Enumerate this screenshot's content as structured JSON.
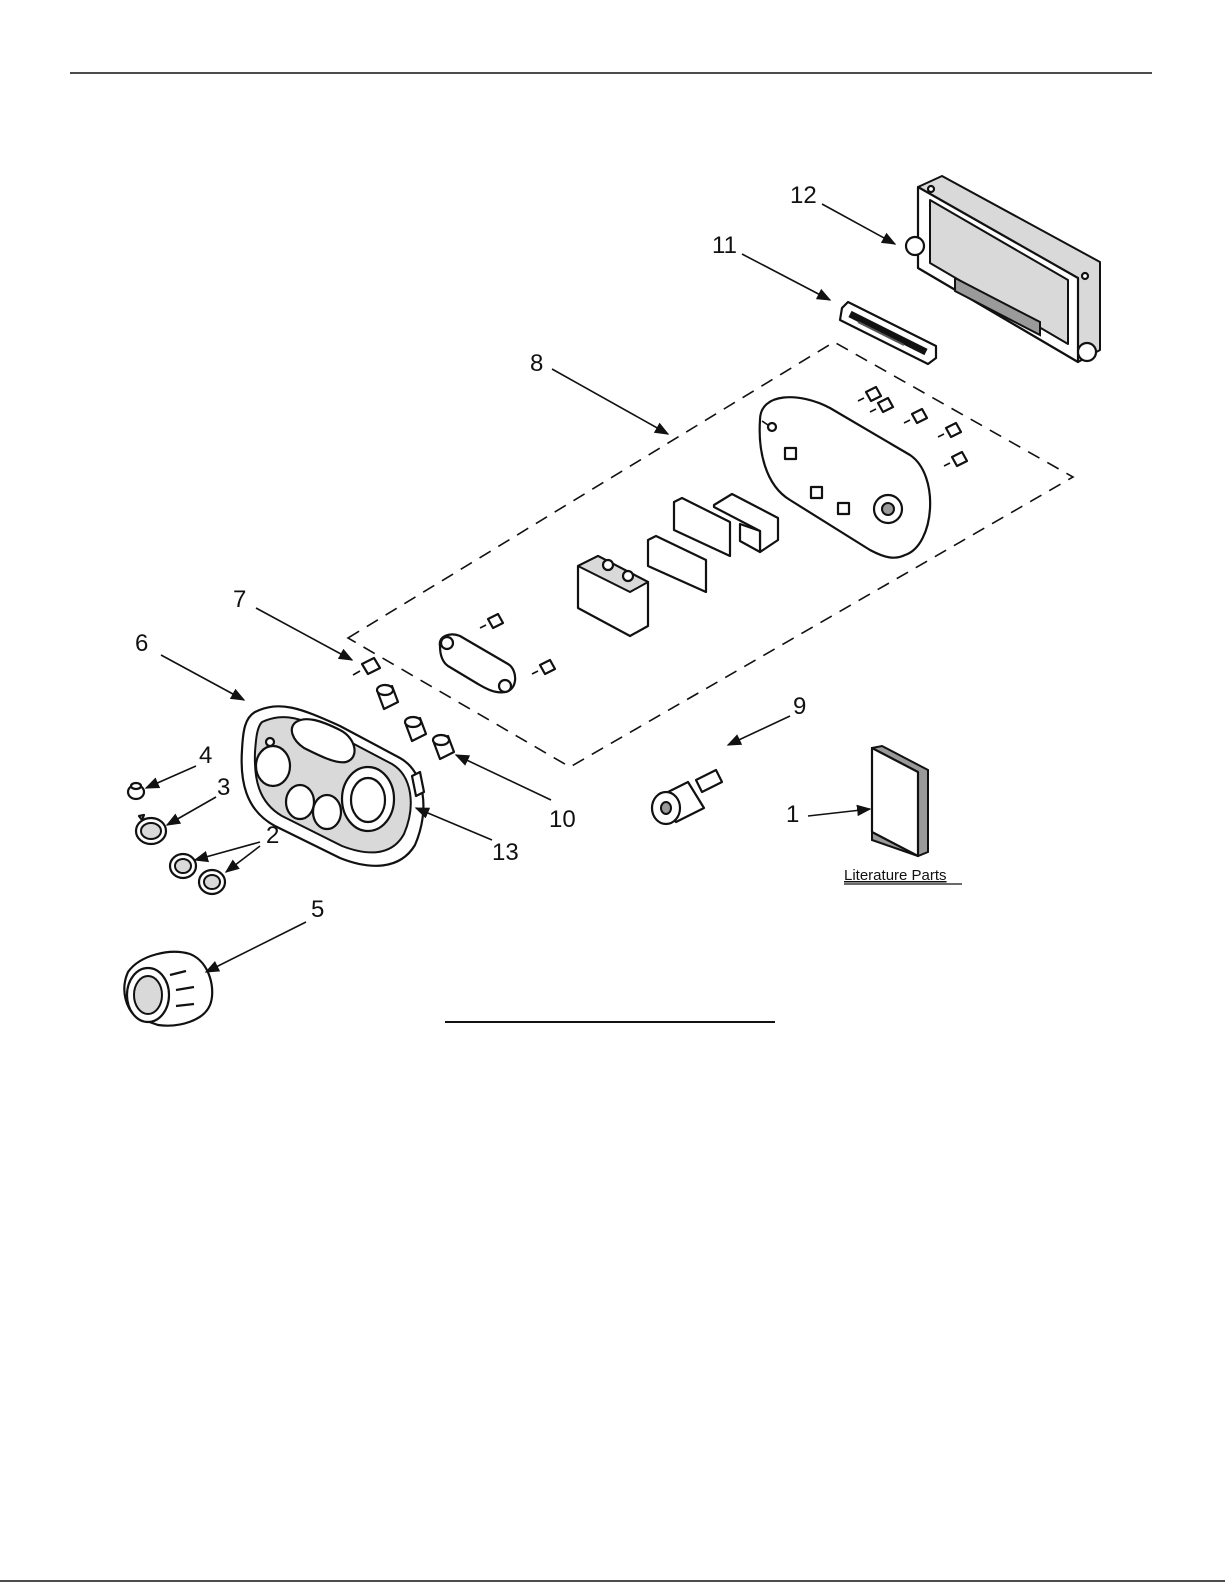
{
  "callouts": {
    "c1": "1",
    "c2": "2",
    "c3": "3",
    "c4": "4",
    "c5": "5",
    "c6": "6",
    "c7": "7",
    "c8": "8",
    "c9": "9",
    "c10": "10",
    "c11": "11",
    "c12": "12",
    "c13": "13"
  },
  "literature_label": "Literature Parts",
  "colors": {
    "line": "#111111",
    "shade": "#d9d9d9",
    "dark": "#9a9a9a",
    "background": "#ffffff"
  }
}
